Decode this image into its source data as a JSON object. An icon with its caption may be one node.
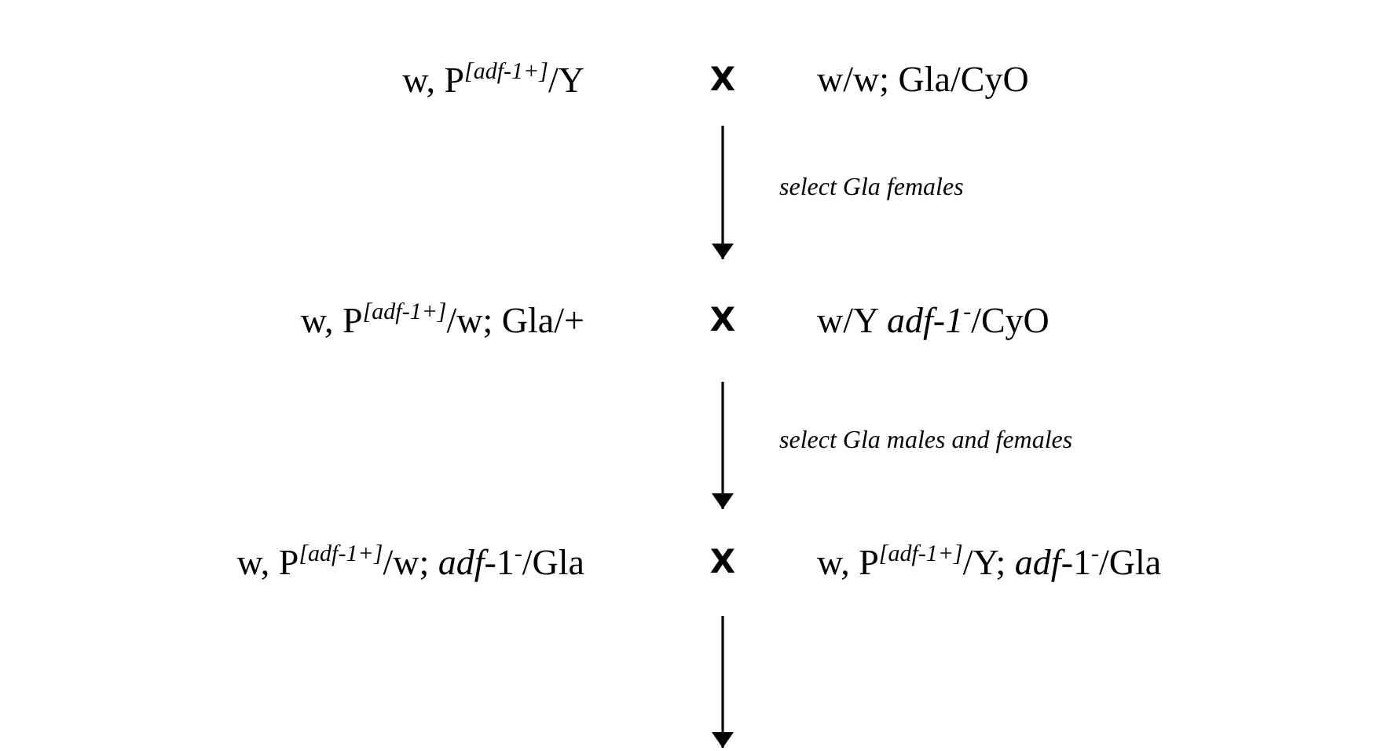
{
  "diagram": {
    "nodes": [
      {
        "text": [
          "w, P$^{[adf-1+]}$/Y",
          "X",
          "w/w; Gla/CyO"
        ]
      },
      {
        "text": [
          "w, P$^{[adf-1+]}$/w; Gla/+",
          "X",
          "w/Y *adf-1*$^{-}$/CyO"
        ]
      },
      {
        "text": [
          "w, P$^{[adf-1+]}$/w; *adf*-1$^{-}$/Gla",
          "X",
          "w, P$^{[adf-1+]}$/Y; *adf*-1$^{-}$/Gla"
        ]
      }
    ],
    "edges": [
      {
        "from": 0,
        "to": 1,
        "arrow": "to",
        "label": "select Gla females"
      },
      {
        "from": 1,
        "to": 2,
        "arrow": "to",
        "label": "select Gla males and females"
      },
      {
        "from": 2,
        "to": null,
        "arrow": "to"
      }
    ]
  }
}
